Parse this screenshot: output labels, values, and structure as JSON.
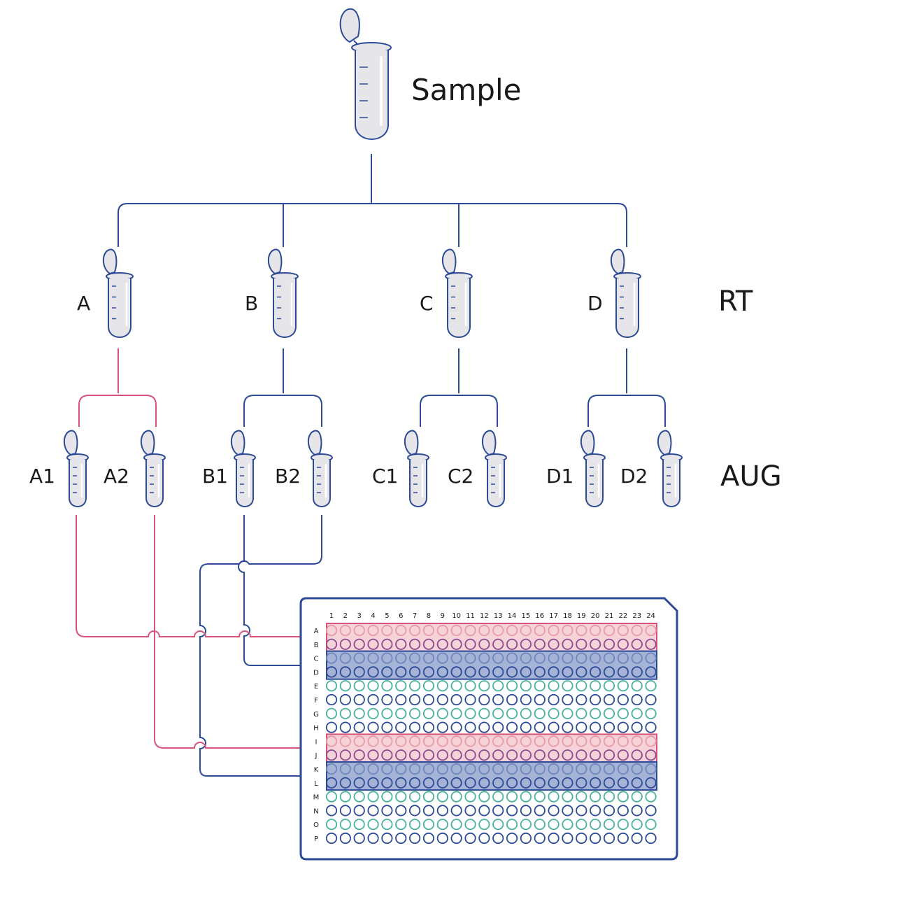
{
  "sample_label": "Sample",
  "stage_labels": {
    "rt": "RT",
    "aug": "AUG"
  },
  "rt_tubes": [
    "A",
    "B",
    "C",
    "D"
  ],
  "aug_tubes": [
    "A1",
    "A2",
    "B1",
    "B2",
    "C1",
    "C2",
    "D1",
    "D2"
  ],
  "plate": {
    "columns": [
      "1",
      "2",
      "3",
      "4",
      "5",
      "6",
      "7",
      "8",
      "9",
      "10",
      "11",
      "12",
      "13",
      "14",
      "15",
      "16",
      "17",
      "18",
      "19",
      "20",
      "21",
      "22",
      "23",
      "24"
    ],
    "rows": [
      "A",
      "B",
      "C",
      "D",
      "E",
      "F",
      "G",
      "H",
      "I",
      "J",
      "K",
      "L",
      "M",
      "N",
      "O",
      "P"
    ],
    "highlighted_row_pairs": [
      {
        "rows": [
          "A",
          "B"
        ],
        "source": "A1",
        "color": "pink"
      },
      {
        "rows": [
          "C",
          "D"
        ],
        "source": "B1",
        "color": "blue"
      },
      {
        "rows": [
          "I",
          "J"
        ],
        "source": "A2",
        "color": "pink"
      },
      {
        "rows": [
          "K",
          "L"
        ],
        "source": "B2",
        "color": "blue"
      }
    ]
  },
  "colors": {
    "navy": "#2c4a96",
    "pink": "#d9527a",
    "pink_fill": "#f6d3d8",
    "blue_fill": "#a4b3d6",
    "teal": "#49b29c",
    "tube_fill": "#e6e6ea",
    "tube_stroke": "#2c4a96"
  }
}
